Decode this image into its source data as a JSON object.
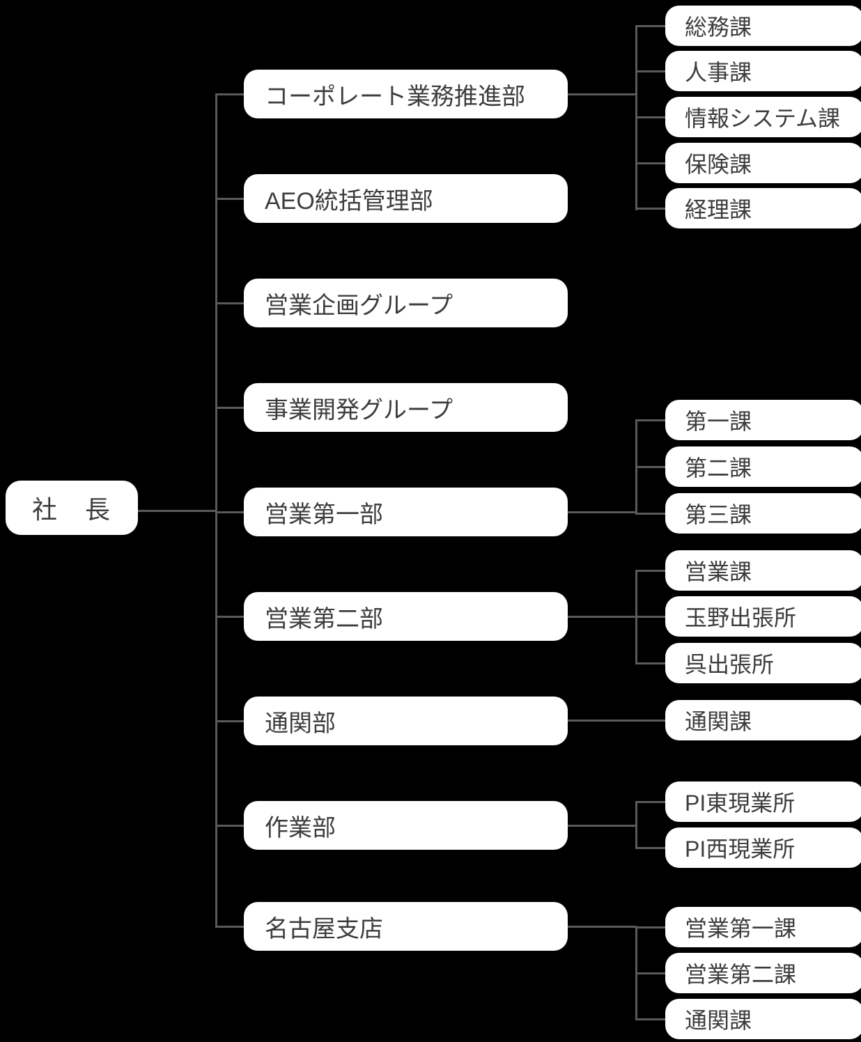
{
  "org": {
    "root": {
      "label": "社　長"
    },
    "departments": [
      {
        "label": "コーポレート業務推進部",
        "children": [
          "総務課",
          "人事課",
          "情報システム課",
          "保険課",
          "経理課"
        ]
      },
      {
        "label": "AEO統括管理部",
        "children": []
      },
      {
        "label": "営業企画グループ",
        "children": []
      },
      {
        "label": "事業開発グループ",
        "children": []
      },
      {
        "label": "営業第一部",
        "children": [
          "第一課",
          "第二課",
          "第三課"
        ]
      },
      {
        "label": "営業第二部",
        "children": [
          "営業課",
          "玉野出張所",
          "呉出張所"
        ]
      },
      {
        "label": "通関部",
        "children": [
          "通関課"
        ]
      },
      {
        "label": "作業部",
        "children": [
          "PI東現業所",
          "PI西現業所"
        ]
      },
      {
        "label": "名古屋支店",
        "children": [
          "営業第一課",
          "営業第二課",
          "通関課"
        ]
      }
    ]
  },
  "colors": {
    "background": "#000000",
    "box_fill": "#ffffff",
    "box_text": "#3d3d3d",
    "connector": "#5a5a5a"
  }
}
